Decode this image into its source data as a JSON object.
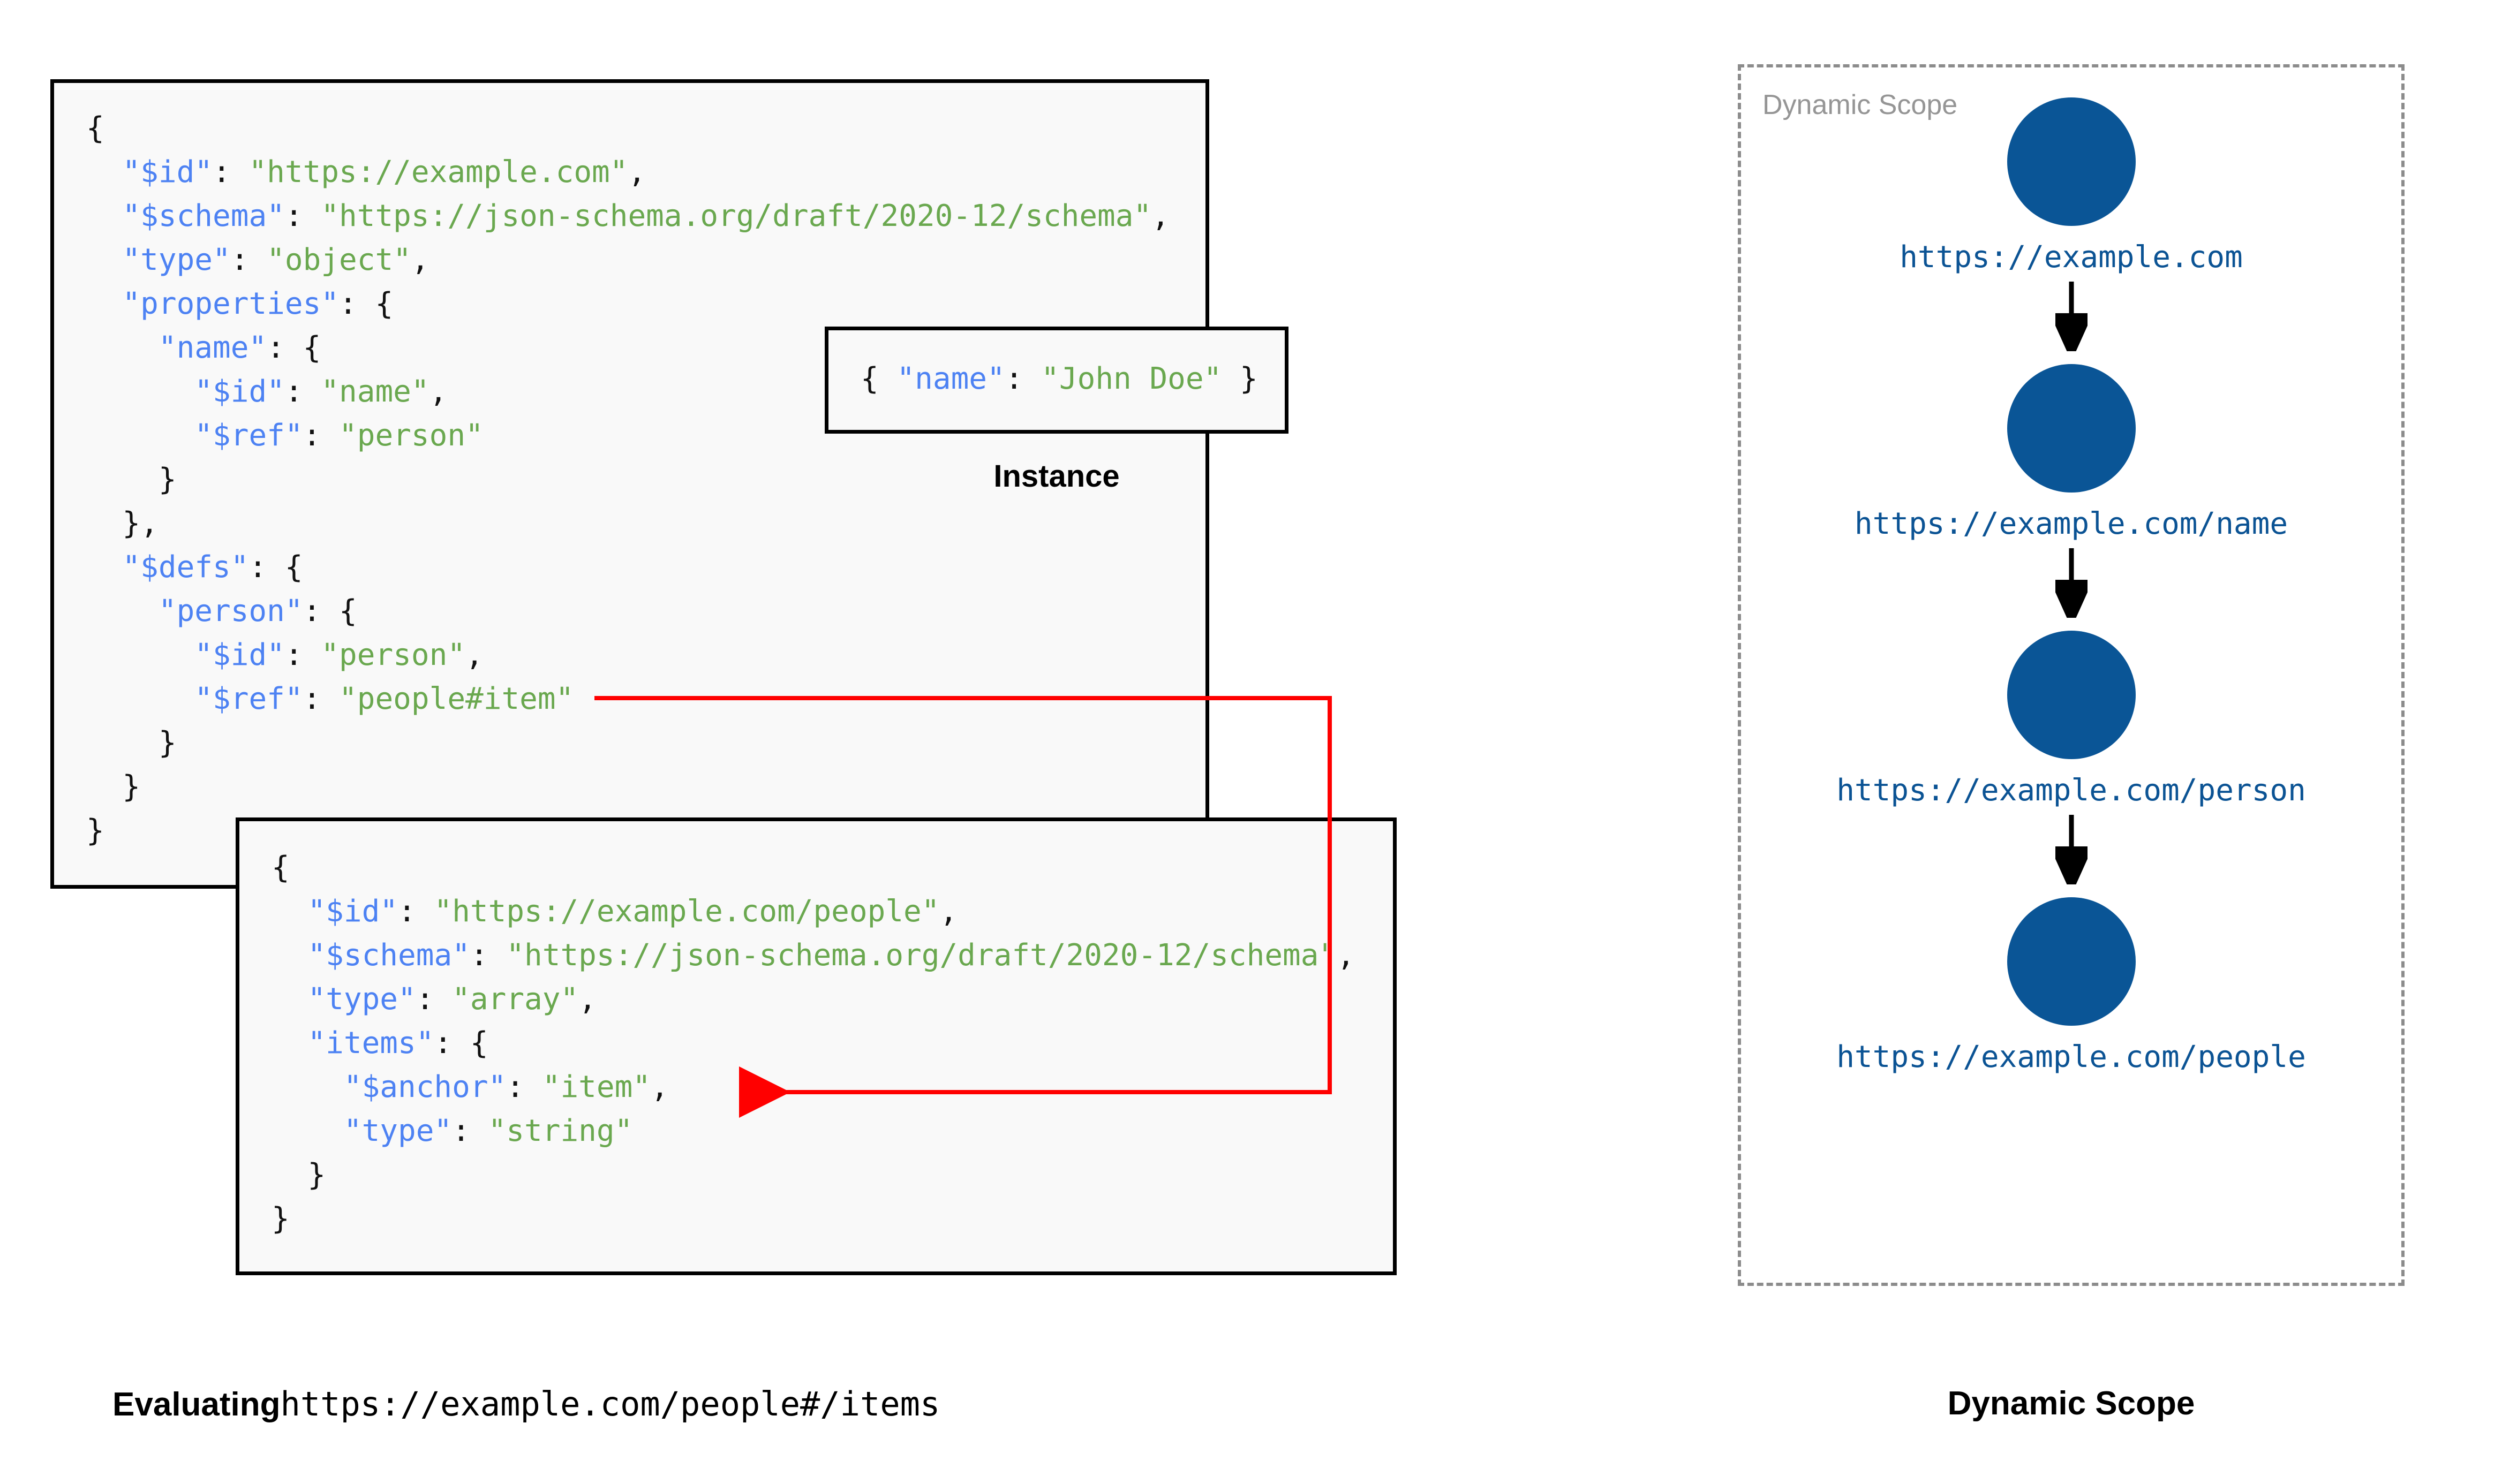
{
  "schema_root": {
    "lines": [
      [
        {
          "t": "{",
          "c": "p"
        }
      ],
      [
        {
          "t": "  ",
          "c": "p"
        },
        {
          "t": "\"$id\"",
          "c": "k"
        },
        {
          "t": ": ",
          "c": "p"
        },
        {
          "t": "\"https://example.com\"",
          "c": "s"
        },
        {
          "t": ",",
          "c": "p"
        }
      ],
      [
        {
          "t": "  ",
          "c": "p"
        },
        {
          "t": "\"$schema\"",
          "c": "k"
        },
        {
          "t": ": ",
          "c": "p"
        },
        {
          "t": "\"https://json-schema.org/draft/2020-12/schema\"",
          "c": "s"
        },
        {
          "t": ",",
          "c": "p"
        }
      ],
      [
        {
          "t": "  ",
          "c": "p"
        },
        {
          "t": "\"type\"",
          "c": "k"
        },
        {
          "t": ": ",
          "c": "p"
        },
        {
          "t": "\"object\"",
          "c": "s"
        },
        {
          "t": ",",
          "c": "p"
        }
      ],
      [
        {
          "t": "  ",
          "c": "p"
        },
        {
          "t": "\"properties\"",
          "c": "k"
        },
        {
          "t": ": {",
          "c": "p"
        }
      ],
      [
        {
          "t": "    ",
          "c": "p"
        },
        {
          "t": "\"name\"",
          "c": "k"
        },
        {
          "t": ": {",
          "c": "p"
        }
      ],
      [
        {
          "t": "      ",
          "c": "p"
        },
        {
          "t": "\"$id\"",
          "c": "k"
        },
        {
          "t": ": ",
          "c": "p"
        },
        {
          "t": "\"name\"",
          "c": "s"
        },
        {
          "t": ",",
          "c": "p"
        }
      ],
      [
        {
          "t": "      ",
          "c": "p"
        },
        {
          "t": "\"$ref\"",
          "c": "k"
        },
        {
          "t": ": ",
          "c": "p"
        },
        {
          "t": "\"person\"",
          "c": "s"
        }
      ],
      [
        {
          "t": "    }",
          "c": "p"
        }
      ],
      [
        {
          "t": "  },",
          "c": "p"
        }
      ],
      [
        {
          "t": "  ",
          "c": "p"
        },
        {
          "t": "\"$defs\"",
          "c": "k"
        },
        {
          "t": ": {",
          "c": "p"
        }
      ],
      [
        {
          "t": "    ",
          "c": "p"
        },
        {
          "t": "\"person\"",
          "c": "k"
        },
        {
          "t": ": {",
          "c": "p"
        }
      ],
      [
        {
          "t": "      ",
          "c": "p"
        },
        {
          "t": "\"$id\"",
          "c": "k"
        },
        {
          "t": ": ",
          "c": "p"
        },
        {
          "t": "\"person\"",
          "c": "s"
        },
        {
          "t": ",",
          "c": "p"
        }
      ],
      [
        {
          "t": "      ",
          "c": "p"
        },
        {
          "t": "\"$ref\"",
          "c": "k"
        },
        {
          "t": ": ",
          "c": "p"
        },
        {
          "t": "\"people#item\"",
          "c": "s"
        }
      ],
      [
        {
          "t": "    }",
          "c": "p"
        }
      ],
      [
        {
          "t": "  }",
          "c": "p"
        }
      ],
      [
        {
          "t": "}",
          "c": "p"
        }
      ]
    ]
  },
  "instance": {
    "caption": "Instance",
    "lines": [
      [
        {
          "t": "{ ",
          "c": "p"
        },
        {
          "t": "\"name\"",
          "c": "k"
        },
        {
          "t": ": ",
          "c": "p"
        },
        {
          "t": "\"John Doe\"",
          "c": "s"
        },
        {
          "t": " }",
          "c": "p"
        }
      ]
    ]
  },
  "people_schema": {
    "lines": [
      [
        {
          "t": "{",
          "c": "p"
        }
      ],
      [
        {
          "t": "  ",
          "c": "p"
        },
        {
          "t": "\"$id\"",
          "c": "k"
        },
        {
          "t": ": ",
          "c": "p"
        },
        {
          "t": "\"https://example.com/people\"",
          "c": "s"
        },
        {
          "t": ",",
          "c": "p"
        }
      ],
      [
        {
          "t": "  ",
          "c": "p"
        },
        {
          "t": "\"$schema\"",
          "c": "k"
        },
        {
          "t": ": ",
          "c": "p"
        },
        {
          "t": "\"https://json-schema.org/draft/2020-12/schema\"",
          "c": "s"
        },
        {
          "t": ",",
          "c": "p"
        }
      ],
      [
        {
          "t": "  ",
          "c": "p"
        },
        {
          "t": "\"type\"",
          "c": "k"
        },
        {
          "t": ": ",
          "c": "p"
        },
        {
          "t": "\"array\"",
          "c": "s"
        },
        {
          "t": ",",
          "c": "p"
        }
      ],
      [
        {
          "t": "  ",
          "c": "p"
        },
        {
          "t": "\"items\"",
          "c": "k"
        },
        {
          "t": ": {",
          "c": "p"
        }
      ],
      [
        {
          "t": "    ",
          "c": "p"
        },
        {
          "t": "\"$anchor\"",
          "c": "k"
        },
        {
          "t": ": ",
          "c": "p"
        },
        {
          "t": "\"item\"",
          "c": "s"
        },
        {
          "t": ",",
          "c": "p"
        }
      ],
      [
        {
          "t": "    ",
          "c": "p"
        },
        {
          "t": "\"type\"",
          "c": "k"
        },
        {
          "t": ": ",
          "c": "p"
        },
        {
          "t": "\"string\"",
          "c": "s"
        }
      ],
      [
        {
          "t": "  }",
          "c": "p"
        }
      ],
      [
        {
          "t": "}",
          "c": "p"
        }
      ]
    ]
  },
  "ref_arrow": {
    "color": "#ff0000",
    "from_label": "\"people#item\"",
    "to_label": "\"$anchor\": \"item\""
  },
  "evaluating_caption": {
    "lead": "Evaluating",
    "uri": "https://example.com/people#/items"
  },
  "dynamic_scope": {
    "panel_label": "Dynamic Scope",
    "caption": "Dynamic Scope",
    "circle_color": "#0a5596",
    "uri_color": "#0b5394",
    "nodes": [
      {
        "uri": "https://example.com"
      },
      {
        "uri": "https://example.com/name"
      },
      {
        "uri": "https://example.com/person"
      },
      {
        "uri": "https://example.com/people"
      }
    ]
  }
}
